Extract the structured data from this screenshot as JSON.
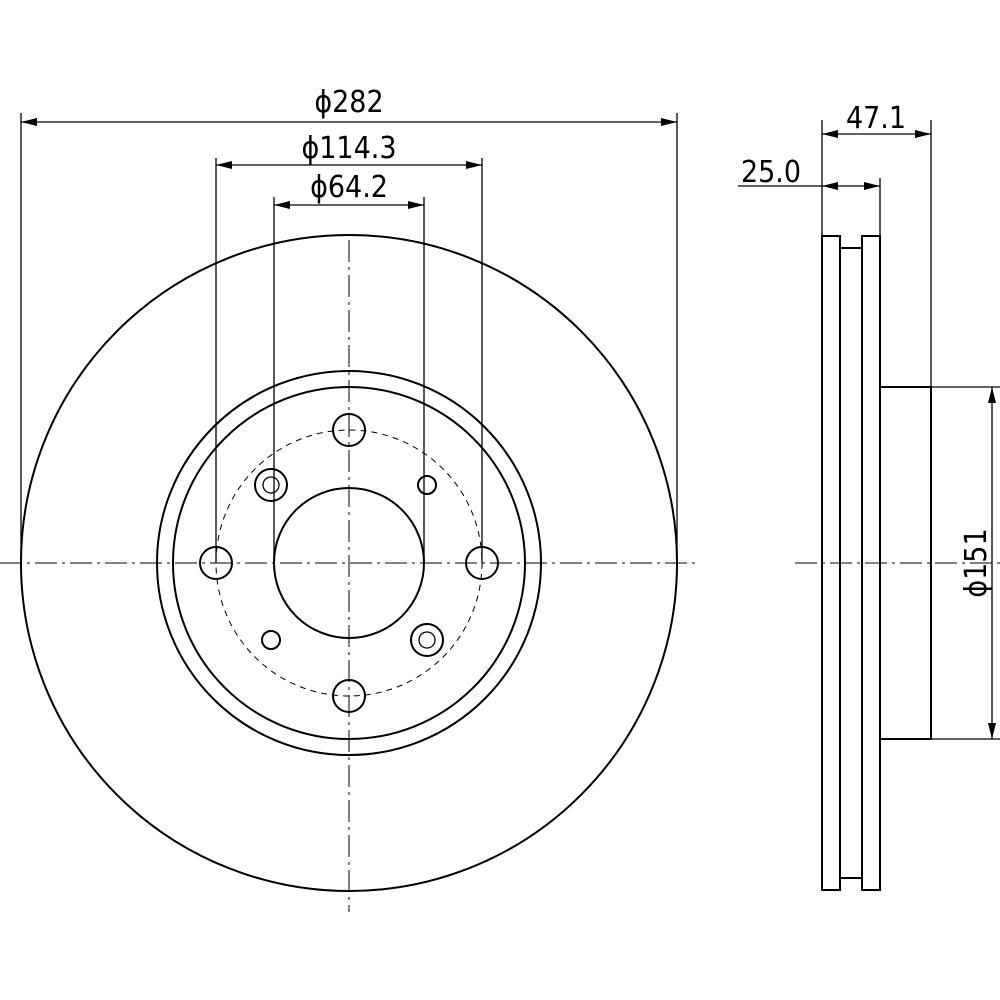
{
  "dimensions": {
    "outer_diameter": "ϕ282",
    "bolt_circle": "ϕ114.3",
    "center_bore": "ϕ64.2",
    "overall_height": "47.1",
    "disc_thickness": "25.0",
    "hat_diameter": "ϕ151"
  }
}
